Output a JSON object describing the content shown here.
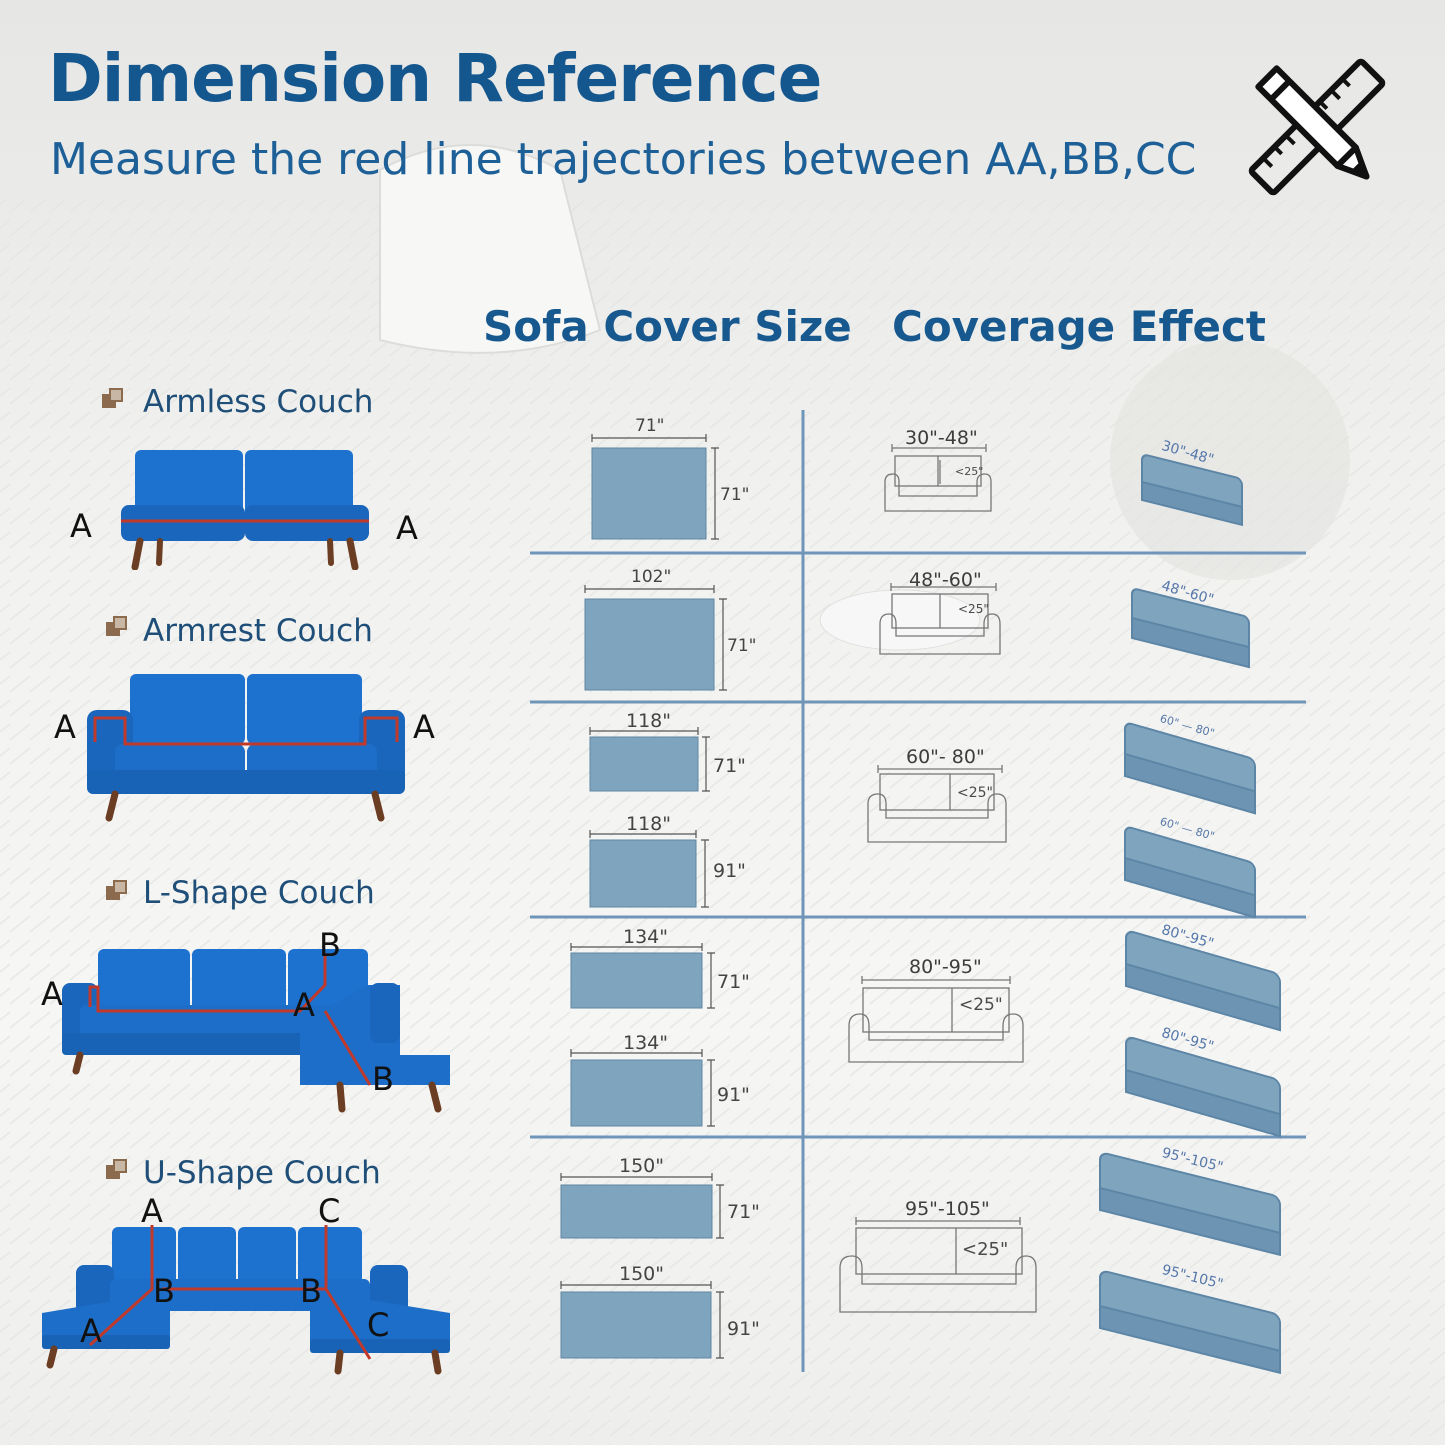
{
  "title": "Dimension Reference",
  "subtitle": "Measure the red line trajectories between AA,BB,CC",
  "icons": {
    "header": "ruler-pencil-cross-icon",
    "row": "sofa-tag-icon"
  },
  "columns": {
    "size": "Sofa Cover Size",
    "effect": "Coverage Effect"
  },
  "colors": {
    "title": "#14578e",
    "sofa": "#1e6fc9",
    "cover": "#7fa4bd",
    "line": "#6f95b8",
    "marker": "#c0392b"
  },
  "couches": [
    {
      "name": "Armless Couch",
      "letters": [
        "A",
        "A"
      ]
    },
    {
      "name": "Armrest Couch",
      "letters": [
        "A",
        "A"
      ]
    },
    {
      "name": "L-Shape Couch",
      "letters": [
        "A",
        "B",
        "A",
        "B"
      ]
    },
    {
      "name": "U-Shape Couch",
      "letters": [
        "A",
        "C",
        "B",
        "B",
        "A",
        "C"
      ]
    }
  ],
  "sizes": [
    {
      "w": "71\"",
      "h": "71\""
    },
    {
      "w": "102\"",
      "h": "71\""
    },
    {
      "w": "118\"",
      "h": "71\""
    },
    {
      "w": "118\"",
      "h": "91\""
    },
    {
      "w": "134\"",
      "h": "71\""
    },
    {
      "w": "134\"",
      "h": "91\""
    },
    {
      "w": "150\"",
      "h": "71\""
    },
    {
      "w": "150\"",
      "h": "91\""
    }
  ],
  "effects": [
    {
      "range": "30\"-48\"",
      "depth": "<25\""
    },
    {
      "range": "48\"-60\"",
      "depth": "<25\""
    },
    {
      "range": "60\"- 80\"",
      "depth": "<25\""
    },
    {
      "range": "80\"-95\"",
      "depth": "<25\""
    },
    {
      "range": "95\"-105\"",
      "depth": "<25\""
    }
  ],
  "glyph_labels": [
    "30\"-48\"",
    "48\"-60\"",
    "60\" — 80\"",
    "60\" — 80\"",
    "80\"-95\"",
    "80\"-95\"",
    "95\"-105\"",
    "95\"-105\""
  ]
}
